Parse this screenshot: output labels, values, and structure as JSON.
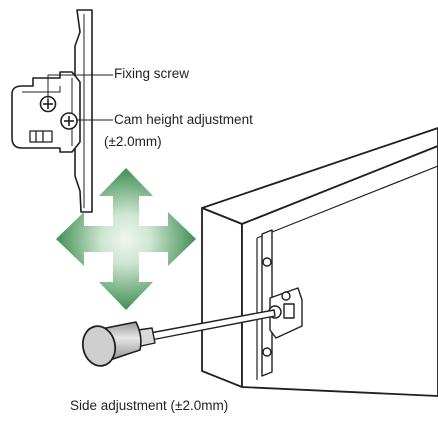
{
  "labels": {
    "fixing_screw": "Fixing screw",
    "cam_height": "Cam height adjustment",
    "cam_height_range": "(±2.0mm)",
    "side_adjustment": "Side adjustment (±2.0mm)"
  },
  "colors": {
    "line": "#231f20",
    "arrow_dark": "#3f8f52",
    "arrow_light": "#eef6ef",
    "screwdriver_handle": "#b9b9b9"
  }
}
